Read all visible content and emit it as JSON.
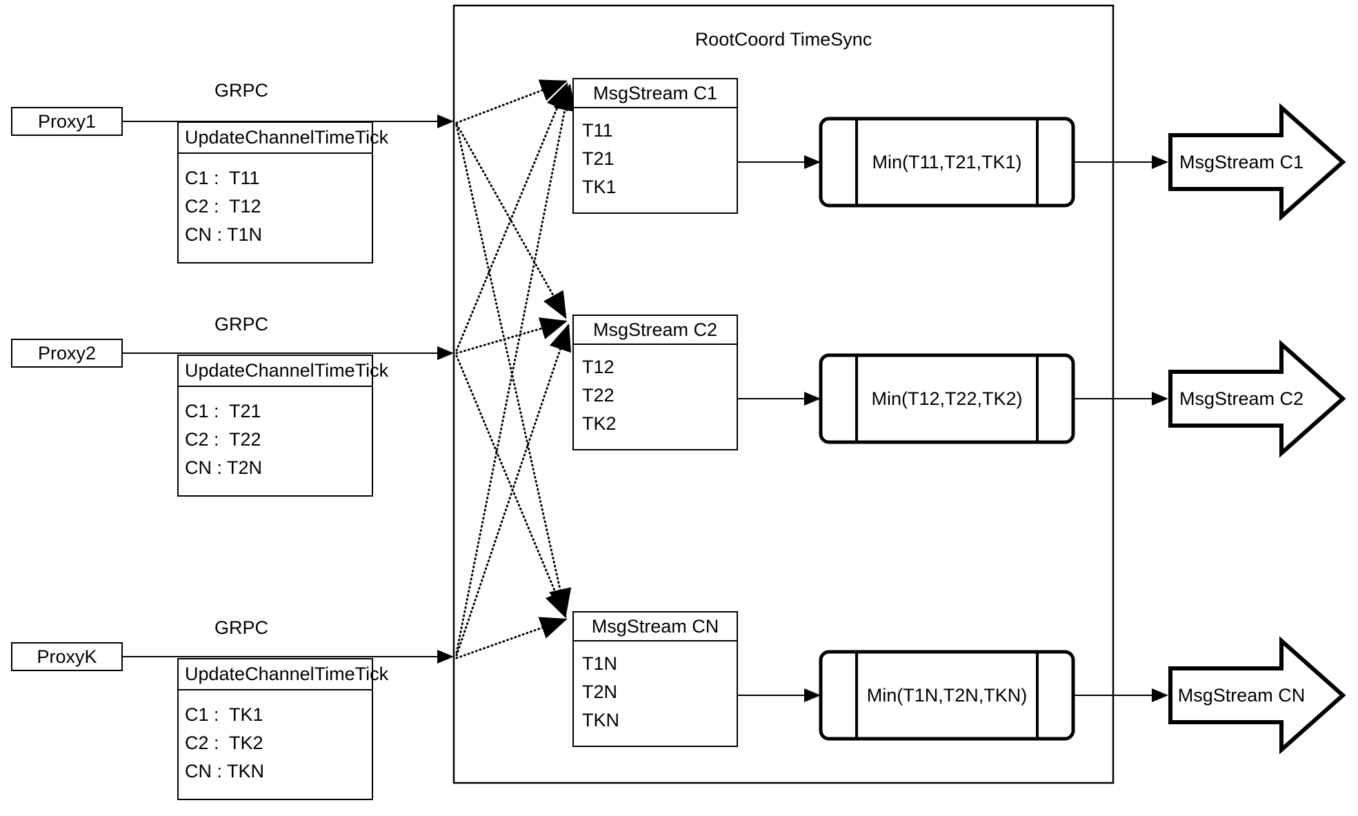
{
  "diagram": {
    "title": "RootCoord TimeSync",
    "background": "#ffffff",
    "stroke": "#000000",
    "rows": [
      {
        "proxy_label": "Proxy1",
        "link_label": "GRPC",
        "request_title": "UpdateChannelTimeTick",
        "request_rows": [
          "C1 :  T11",
          "C2 :  T12",
          "CN : T1N"
        ],
        "msgstream_title": "MsgStream C1",
        "msgstream_rows": [
          "T11",
          "T21",
          "TK1"
        ],
        "min_label": "Min(T11,T21,TK1)",
        "output_label": "MsgStream C1"
      },
      {
        "proxy_label": "Proxy2",
        "link_label": "GRPC",
        "request_title": "UpdateChannelTimeTick",
        "request_rows": [
          "C1 :  T21",
          "C2 :  T22",
          "CN : T2N"
        ],
        "msgstream_title": "MsgStream C2",
        "msgstream_rows": [
          "T12",
          "T22",
          "TK2"
        ],
        "min_label": "Min(T12,T22,TK2)",
        "output_label": "MsgStream C2"
      },
      {
        "proxy_label": "ProxyK",
        "link_label": "GRPC",
        "request_title": "UpdateChannelTimeTick",
        "request_rows": [
          "C1 :  TK1",
          "C2 :  TK2",
          "CN : TKN"
        ],
        "msgstream_title": "MsgStream CN",
        "msgstream_rows": [
          "T1N",
          "T2N",
          "TKN"
        ],
        "min_label": "Min(T1N,T2N,TKN)",
        "output_label": "MsgStream CN"
      }
    ]
  }
}
